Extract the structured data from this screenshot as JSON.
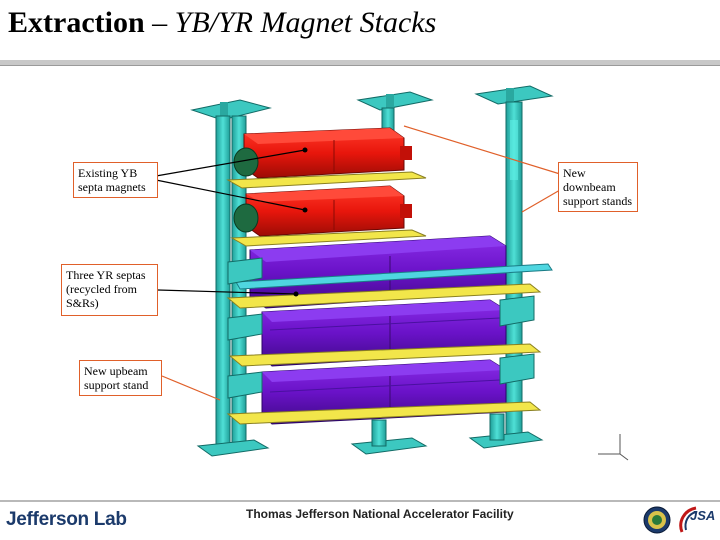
{
  "slide": {
    "title_bold": "Extraction",
    "title_dash": " – ",
    "title_italic": "YB/YR Magnet Stacks"
  },
  "callouts": {
    "existing_yb": "Existing YB septa magnets",
    "new_downbeam": "New downbeam support stands",
    "three_yr": "Three YR septas (recycled from S&Rs)",
    "new_upbeam": "New upbeam support stand"
  },
  "footer": {
    "lab_name": "Jefferson Lab",
    "facility": "Thomas Jefferson National Accelerator Facility",
    "jsa": "JSA"
  },
  "colors": {
    "yb_magnet": "#e8160c",
    "yr_magnet": "#6a12c8",
    "support": "#3cc8c0",
    "shelf": "#f2e64a",
    "callout_border": "#e0602a"
  }
}
